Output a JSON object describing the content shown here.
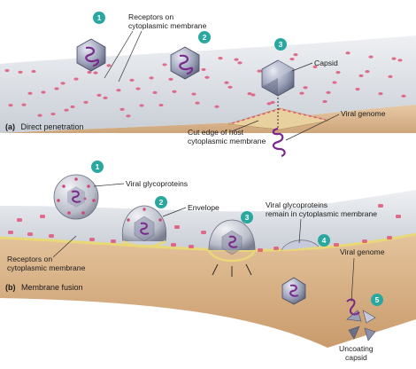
{
  "panel_a": {
    "tag": "(a)",
    "caption": "Direct penetration",
    "steps": [
      "1",
      "2",
      "3"
    ],
    "labels": {
      "receptors_line1": "Receptors on",
      "receptors_line2": "cytoplasmic membrane",
      "capsid": "Capsid",
      "viral_genome": "Viral genome",
      "cut_edge_line1": "Cut edge of host",
      "cut_edge_line2": "cytoplasmic membrane"
    }
  },
  "panel_b": {
    "tag": "(b)",
    "caption": "Membrane fusion",
    "steps": [
      "1",
      "2",
      "3",
      "4",
      "5"
    ],
    "labels": {
      "viral_glycoproteins": "Viral glycoproteins",
      "envelope": "Envelope",
      "remain_line1": "Viral glycoproteins",
      "remain_line2": "remain in cytoplasmic membrane",
      "receptors_line1": "Receptors on",
      "receptors_line2": "cytoplasmic membrane",
      "viral_genome": "Viral genome",
      "uncoating_line1": "Uncoating",
      "uncoating_line2": "capsid"
    }
  },
  "colors": {
    "step_badge": "#2aa8a0",
    "membrane_surface": "#d9dde2",
    "cytoplasm": "#d8b48c",
    "receptor": "#e0567a",
    "genome": "#7a2a8c",
    "capsid": "#8a8fa8"
  }
}
